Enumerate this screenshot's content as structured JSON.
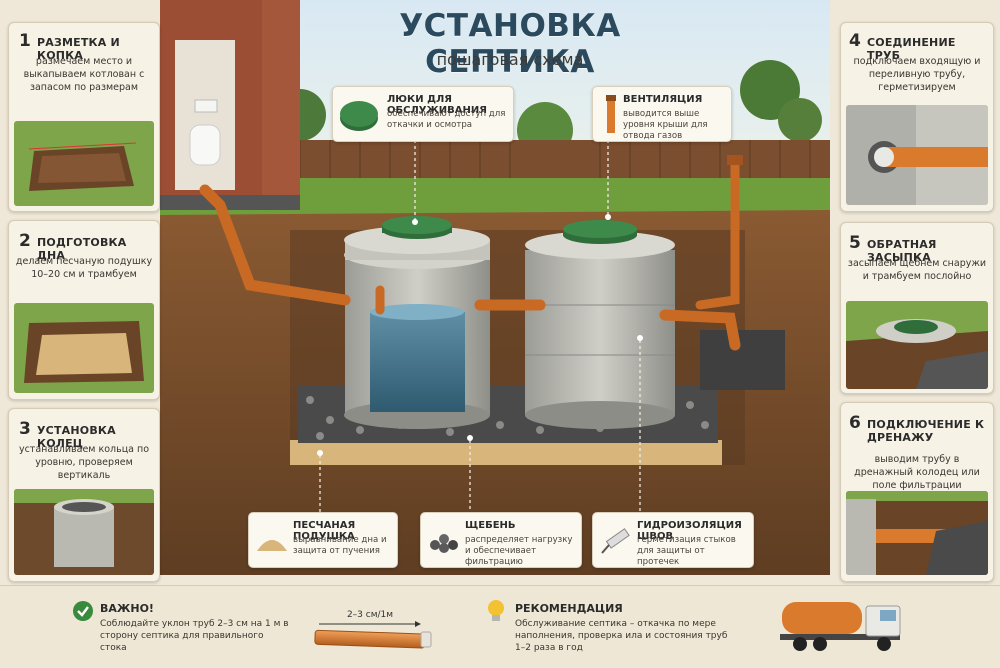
{
  "header": {
    "title": "УСТАНОВКА СЕПТИКА",
    "subtitle": "пошаговая схема"
  },
  "steps": [
    {
      "num": "1",
      "title": "РАЗМЕТКА И КОПКА",
      "desc": "размечаем место и выкапываем котлован с запасом по размерам"
    },
    {
      "num": "2",
      "title": "ПОДГОТОВКА ДНА",
      "desc": "делаем песчаную подушку 10–20 см и трамбуем"
    },
    {
      "num": "3",
      "title": "УСТАНОВКА КОЛЕЦ",
      "desc": "устанавливаем кольца по уровню, проверяем вертикаль"
    },
    {
      "num": "4",
      "title": "СОЕДИНЕНИЕ ТРУБ",
      "desc": "подключаем входящую и переливную трубу, герметизируем"
    },
    {
      "num": "5",
      "title": "ОБРАТНАЯ ЗАСЫПКА",
      "desc": "засыпаем щебнем снаружи и трамбуем послойно"
    },
    {
      "num": "6",
      "title": "ПОДКЛЮЧЕНИЕ К ДРЕНАЖУ",
      "desc": "выводим трубу в дренажный колодец или поле фильтрации"
    }
  ],
  "callouts": {
    "hatches": {
      "title": "ЛЮКИ ДЛЯ ОБСЛУЖИВАНИЯ",
      "desc": "обеспечивают доступ для откачки и осмотра"
    },
    "ventilation": {
      "title": "ВЕНТИЛЯЦИЯ",
      "desc": "выводится выше уровня крыши для отвода газов"
    },
    "sand": {
      "title": "ПЕСЧАНАЯ ПОДУШКА",
      "desc": "выравнивание дна и защита от пучения"
    },
    "gravel": {
      "title": "ЩЕБЕНЬ",
      "desc": "распределяет нагрузку и обеспечивает фильтрацию"
    },
    "seal": {
      "title": "ГИДРОИЗОЛЯЦИЯ ШВОВ",
      "desc": "герметизация стыков для защиты от протечек"
    }
  },
  "footer": {
    "important_title": "ВАЖНО!",
    "important_desc": "Соблюдайте уклон труб 2–3 см на 1 м в сторону септика для правильного стока",
    "slope_label": "2–3 см/1м",
    "recommend_title": "РЕКОМЕНДАЦИЯ",
    "recommend_desc": "Обслуживание септика – откачка по мере наполнения, проверка ила и состояния труб 1–2 раза в год"
  },
  "colors": {
    "title": "#2c4a5e",
    "pipe": "#d97a2c",
    "soil": "#7a4f2c",
    "grass": "#6a9a3a",
    "lid": "#2f6e3a",
    "concrete": "#b8b8b2"
  }
}
